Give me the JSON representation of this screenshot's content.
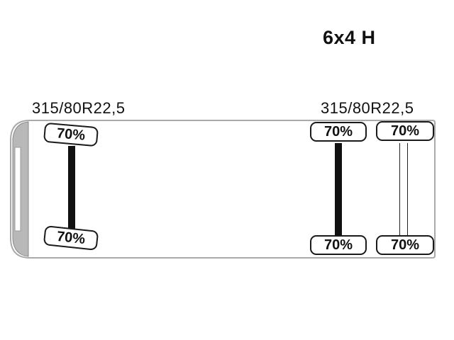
{
  "header": {
    "configuration": "6x4 H"
  },
  "tire_sizes": {
    "front": "315/80R22,5",
    "rear": "315/80R22,5"
  },
  "axles": {
    "front": {
      "left_tire": "70%",
      "right_tire": "70%"
    },
    "drive": {
      "left_tire": "70%",
      "right_tire": "70%"
    },
    "tag": {
      "left_tire": "70%",
      "right_tire": "70%"
    }
  },
  "colors": {
    "outline": "#1a1a1a",
    "chassis_frame": "#aaaaaa",
    "cab_shade": "#b8b8b8"
  }
}
